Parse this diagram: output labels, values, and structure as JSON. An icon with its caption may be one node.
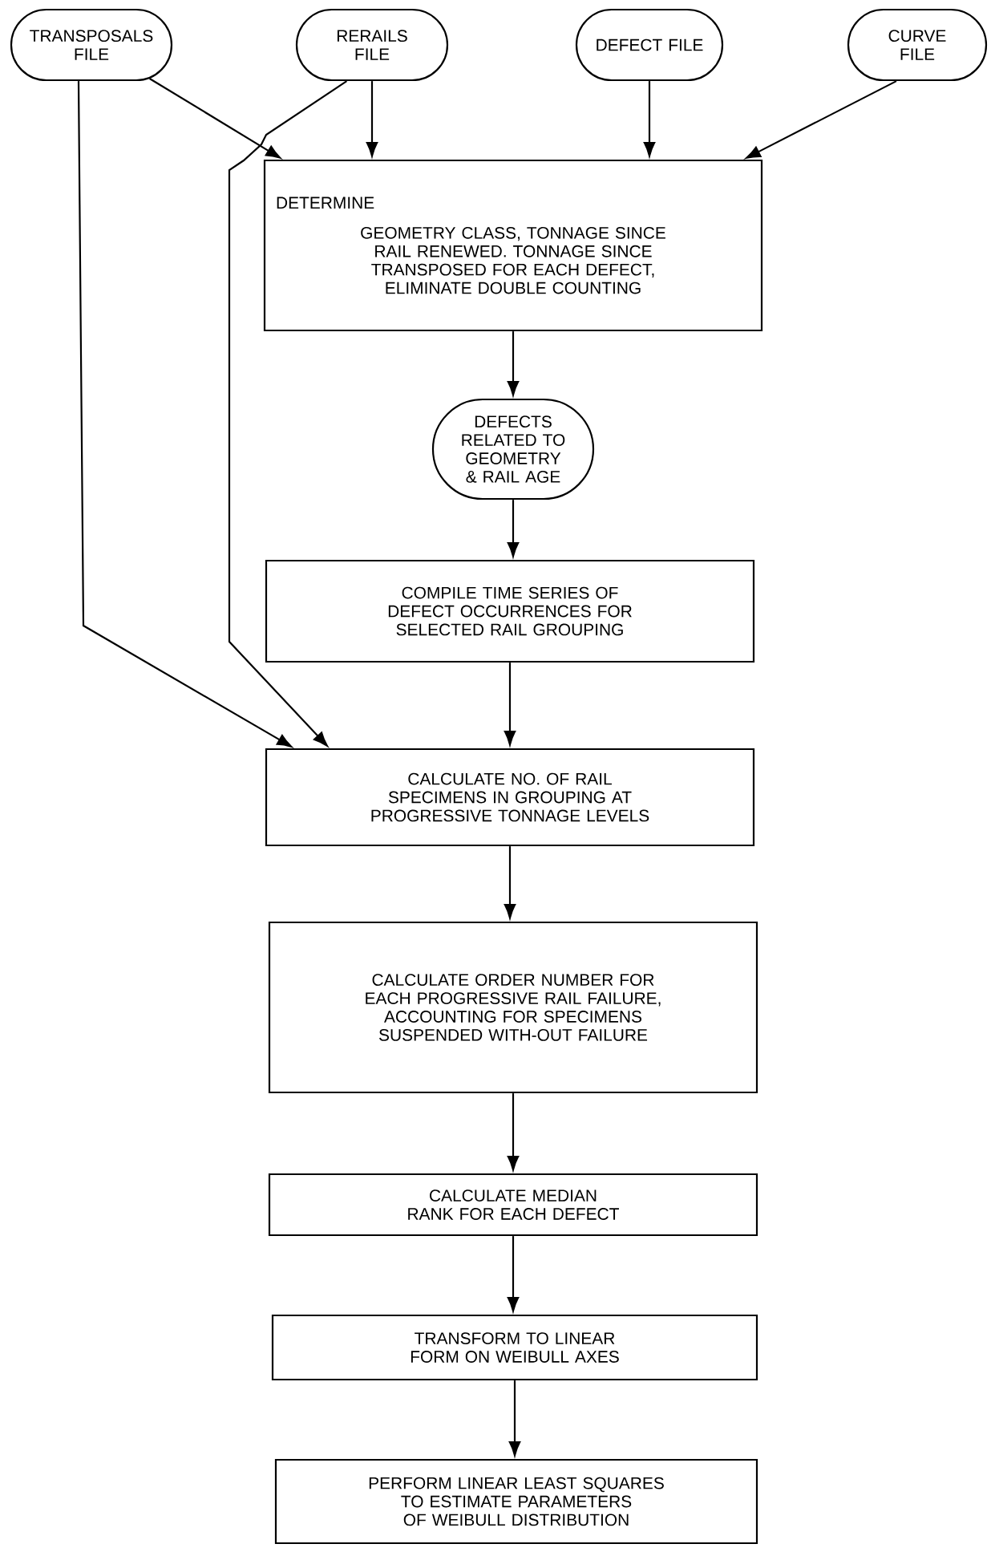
{
  "diagram": {
    "nodes": [
      {
        "text": [
          "TRANSPOSALS FILE"
        ]
      },
      {
        "text": [
          "RERAILS FILE"
        ]
      },
      {
        "text": [
          "DEFECT FILE"
        ]
      },
      {
        "text": [
          "CURVE FILE"
        ]
      },
      {
        "text": [
          "DETERMINE",
          "GEOMETRY CLASS, TONNAGE SINCE RAIL RENEWED. TONNAGE SINCE TRANSPOSED FOR EACH DEFECT, ELIMINATE DOUBLE COUNTING"
        ]
      },
      {
        "text": [
          "DEFECTS RELATED TO GEOMETRY & RAIL AGE"
        ]
      },
      {
        "text": [
          "COMPILE TIME SERIES OF DEFECT OCCURRENCES FOR SELECTED RAIL GROUPING"
        ]
      },
      {
        "text": [
          "CALCULATE NO. OF RAIL SPECIMENS IN GROUPING AT PROGRESSIVE TONNAGE LEVELS"
        ]
      },
      {
        "text": [
          "CALCULATE ORDER NUMBER FOR EACH PROGRESSIVE RAIL FAILURE, ACCOUNTING FOR SPECIMENS SUSPENDED WITH-OUT FAILURE"
        ]
      },
      {
        "text": [
          "CALCULATE MEDIAN RANK FOR EACH DEFECT"
        ]
      },
      {
        "text": [
          "TRANSFORM TO LINEAR FORM ON WEIBULL AXES"
        ]
      },
      {
        "text": [
          "PERFORM LINEAR LEAST SQUARES TO ESTIMATE PARAMETERS OF WEIBULL DISTRIBUTION"
        ]
      }
    ],
    "edges": [
      {
        "from": 0,
        "to": 4,
        "arrow": "to"
      },
      {
        "from": 0,
        "to": 7,
        "arrow": "to"
      },
      {
        "from": 1,
        "to": 4,
        "arrow": "to"
      },
      {
        "from": 1,
        "to": 7,
        "arrow": "to"
      },
      {
        "from": 2,
        "to": 4,
        "arrow": "to"
      },
      {
        "from": 3,
        "to": 4,
        "arrow": "to"
      },
      {
        "from": 4,
        "to": 5,
        "arrow": "to"
      },
      {
        "from": 5,
        "to": 6,
        "arrow": "to"
      },
      {
        "from": 6,
        "to": 7,
        "arrow": "to"
      },
      {
        "from": 7,
        "to": 8,
        "arrow": "to"
      },
      {
        "from": 8,
        "to": 9,
        "arrow": "to"
      },
      {
        "from": 9,
        "to": 10,
        "arrow": "to"
      },
      {
        "from": 10,
        "to": 11,
        "arrow": "to"
      }
    ]
  }
}
